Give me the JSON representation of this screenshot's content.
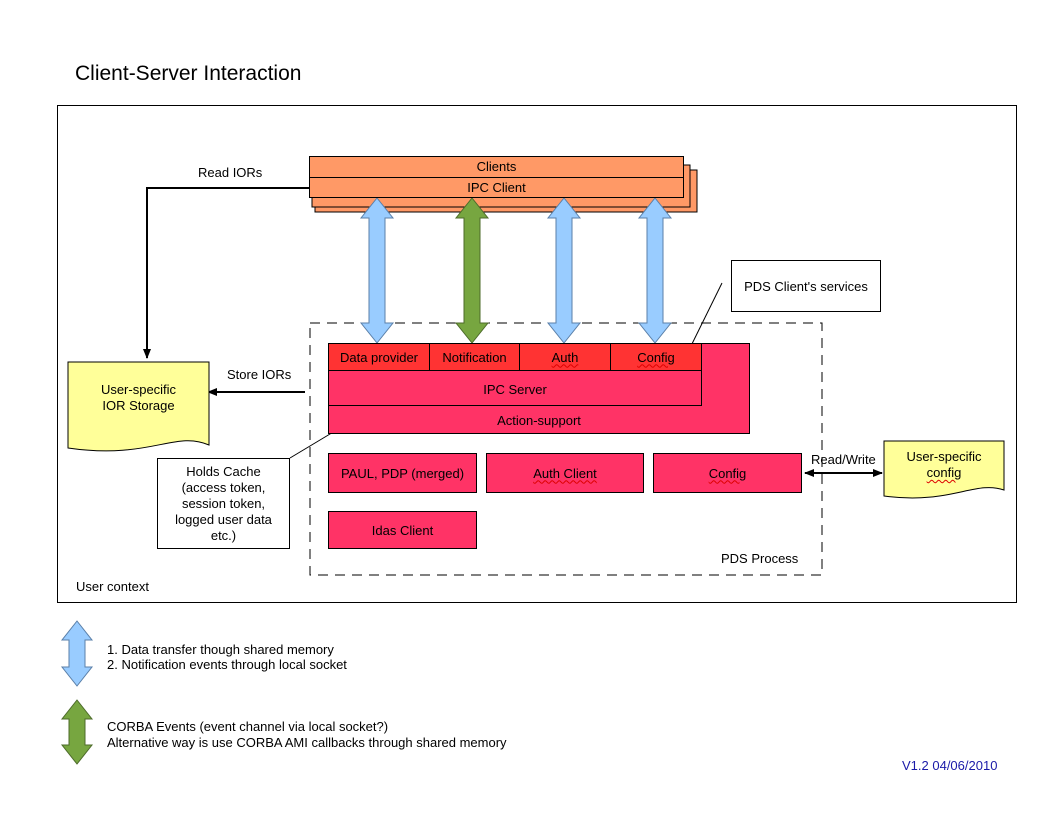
{
  "title": "Client-Server Interaction",
  "clients": {
    "title": "Clients",
    "ipc_client": "IPC Client"
  },
  "ior": {
    "read": "Read IORs",
    "store": "Store IORs",
    "storage_line1": "User-specific",
    "storage_line2": "IOR Storage"
  },
  "pds_services_note": "PDS Client's services",
  "ipc_services": [
    "Data provider",
    "Notification",
    "Auth",
    "Config"
  ],
  "ipc_server": "IPC Server",
  "action_support": "Action-support",
  "modules": {
    "paul": "PAUL, PDP (merged)",
    "auth_client": "Auth Client",
    "config": "Config",
    "idas": "Idas Client"
  },
  "cache_note": [
    "Holds Cache",
    "(access token,",
    "session token,",
    "logged user data",
    "etc.)"
  ],
  "read_write": "Read/Write",
  "user_config": {
    "line1": "User-specific",
    "line2": "config"
  },
  "pds_process": "PDS Process",
  "user_context": "User context",
  "legend": {
    "blue": [
      "1. Data transfer though shared memory",
      "2. Notification events through local socket"
    ],
    "green": [
      "CORBA Events (event channel via local socket?)",
      "Alternative way is use CORBA AMI callbacks through shared memory"
    ]
  },
  "version": "V1.2 04/06/2010",
  "colors": {
    "blue_arrow": "#99ccff",
    "green_arrow": "#77a640",
    "pink": "#ff3366",
    "red": "#ff3333",
    "orange": "#ff9966",
    "note_yellow": "#ffff99",
    "version_text": "#1a1aa8"
  }
}
